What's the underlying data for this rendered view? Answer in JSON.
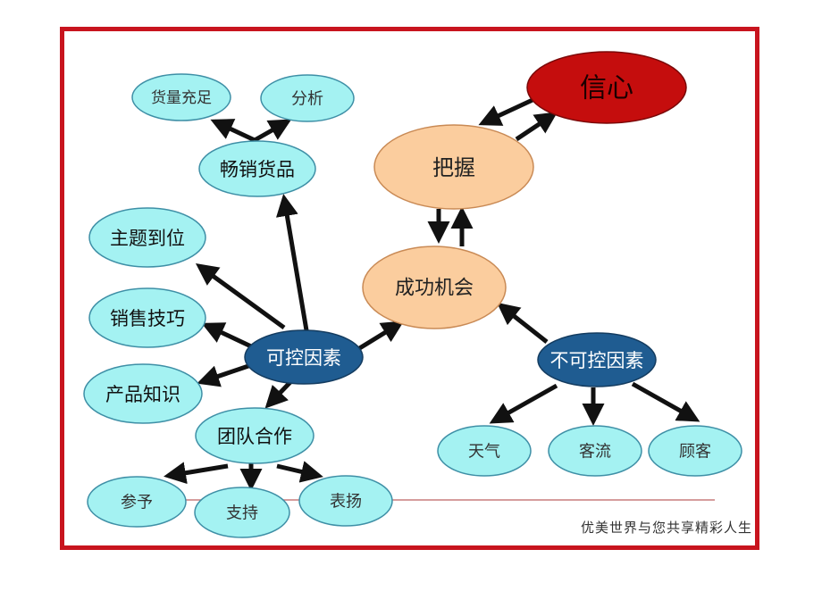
{
  "colors": {
    "border": "#c8141e",
    "cyan_fill": "#a4f2f2",
    "cyan_stroke": "#3e8fa6",
    "dark_fill": "#1f5c91",
    "orange_fill": "#fbcd9e",
    "orange_stroke": "#c98a55",
    "red_fill": "#c50d0d",
    "arrow": "#111111",
    "line": "#c87d7d"
  },
  "nodes": {
    "xinxin": "信心",
    "bawo": "把握",
    "chenggong_jihui": "成功机会",
    "kekong_yinsu": "可控因素",
    "bukekong_yinsu": "不可控因素",
    "changxiao_huopin": "畅销货品",
    "huoliang_chongzu": "货量充足",
    "fenxi": "分析",
    "zhuti_daowei": "主题到位",
    "xiaoshou_jiqiao": "销售技巧",
    "chanpin_zhishi": "产品知识",
    "tuandui_hezuo": "团队合作",
    "canyu": "参予",
    "zhichi": "支持",
    "biaoyang": "表扬",
    "tianqi": "天气",
    "keliu": "客流",
    "guke": "顾客"
  },
  "footer": "优美世界与您共享精彩人生"
}
